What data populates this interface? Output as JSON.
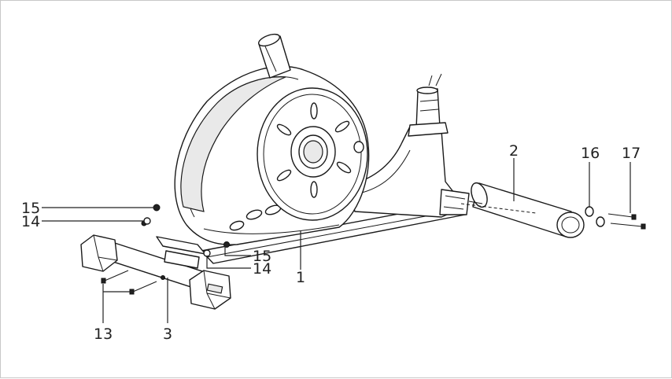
{
  "diagram": {
    "callouts": {
      "c1": "1",
      "c2": "2",
      "c3": "3",
      "c13": "13",
      "c14a": "14",
      "c14b": "14",
      "c15a": "15",
      "c15b": "15",
      "c16": "16",
      "c17": "17"
    },
    "colors": {
      "stroke": "#1a1a1a",
      "frame": "#c8c8c8",
      "background": "#ffffff"
    }
  }
}
